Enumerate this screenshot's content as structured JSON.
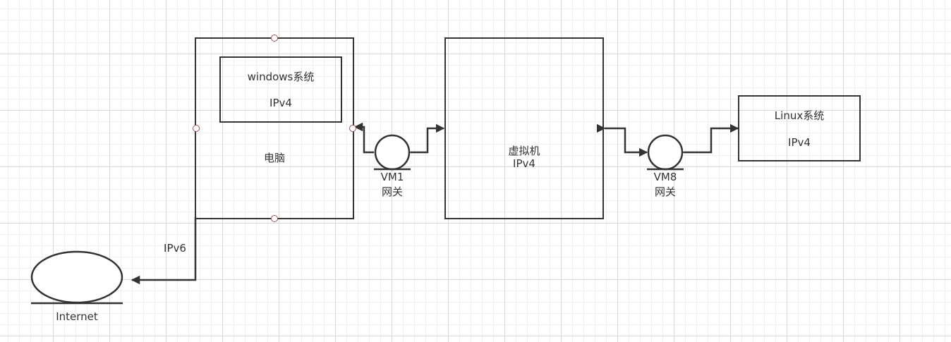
{
  "diagram": {
    "computer": {
      "label": "电脑",
      "windows": {
        "name": "windows系统",
        "protocol": "IPv4"
      }
    },
    "vm1": {
      "name": "VM1",
      "role": "网关"
    },
    "virtual_machine": {
      "name": "虚拟机",
      "protocol": "IPv4"
    },
    "vm8": {
      "name": "VM8",
      "role": "网关"
    },
    "linux": {
      "name": "Linux系统",
      "protocol": "IPv4"
    },
    "internet": {
      "label": "Internet"
    },
    "uplink": {
      "protocol": "IPv6"
    }
  },
  "colors": {
    "stroke": "#333333",
    "handle": "#a0525a",
    "grid_major": "#d9d9d9",
    "grid_minor": "#efefef"
  }
}
